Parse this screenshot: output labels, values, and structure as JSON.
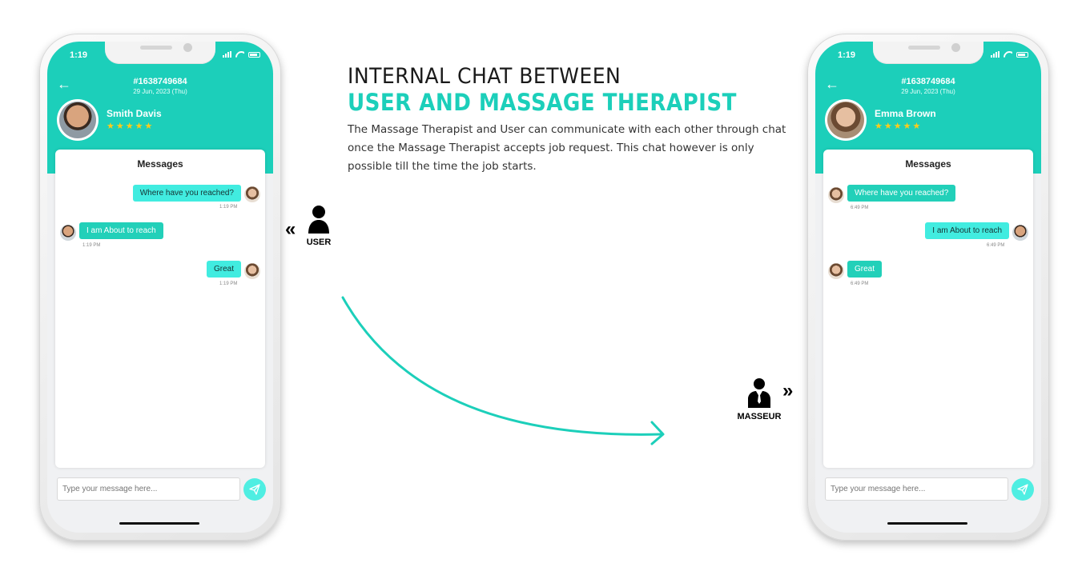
{
  "headline": {
    "line1": "INTERNAL CHAT BETWEEN",
    "line2": "USER AND MASSAGE THERAPIST",
    "description": "The Massage Therapist and User can communicate with each other through chat once the Massage Therapist accepts job request. This chat however is only possible till the time the job starts."
  },
  "roles": {
    "user_label": "USER",
    "masseur_label": "MASSEUR"
  },
  "colors": {
    "accent": "#1ccfba",
    "bubble_light": "#41ece0",
    "stars": "#ffcc1a"
  },
  "left_phone": {
    "status_time": "1:19",
    "job_id": "#1638749684",
    "job_date": "29 Jun, 2023 (Thu)",
    "person_name": "Smith Davis",
    "stars": "★★★★★",
    "messages_title": "Messages",
    "messages": [
      {
        "text": "Where have you reached?",
        "time": "1:19 PM"
      },
      {
        "text": "I am About to reach",
        "time": "1:19 PM"
      },
      {
        "text": "Great",
        "time": "1:19 PM"
      }
    ],
    "input_placeholder": "Type your message here..."
  },
  "right_phone": {
    "status_time": "1:19",
    "job_id": "#1638749684",
    "job_date": "29 Jun, 2023 (Thu)",
    "person_name": "Emma Brown",
    "stars": "★★★★★",
    "messages_title": "Messages",
    "messages": [
      {
        "text": "Where have you reached?",
        "time": "6:49 PM"
      },
      {
        "text": "I am About to reach",
        "time": "6:49 PM"
      },
      {
        "text": "Great",
        "time": "6:49 PM"
      }
    ],
    "input_placeholder": "Type your message here..."
  }
}
